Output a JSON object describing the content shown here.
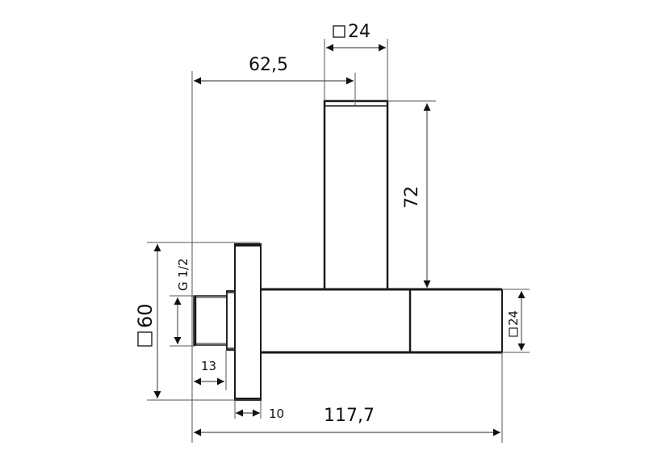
{
  "drawing": {
    "colors": {
      "background": "#ffffff",
      "outline": "#1a1a1a",
      "dimension_line": "#555555",
      "text": "#111111"
    },
    "dimensions": {
      "top_square": {
        "symbol": "square",
        "value": "24"
      },
      "offset": {
        "value": "62,5"
      },
      "riser_height": {
        "value": "72"
      },
      "flange_square": {
        "symbol": "square",
        "value": "60"
      },
      "thread": {
        "value": "G 1/2"
      },
      "thread_length": {
        "value": "13"
      },
      "flange_thickness": {
        "value": "10"
      },
      "total_length": {
        "value": "117,7"
      },
      "spout_square": {
        "symbol": "square",
        "value": "24"
      }
    }
  }
}
